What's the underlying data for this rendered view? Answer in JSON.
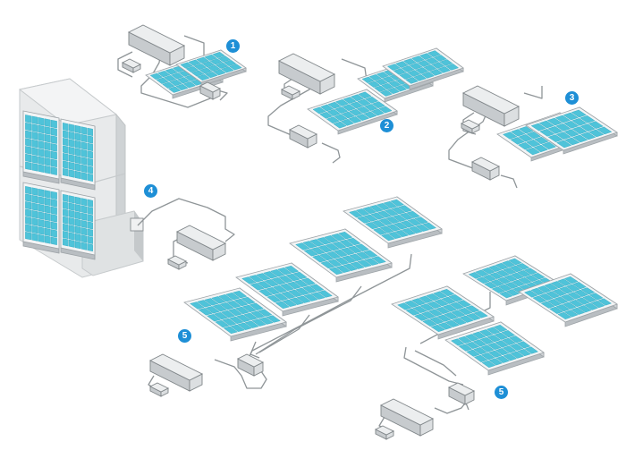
{
  "colors": {
    "panel_cell": "#4fc3d9",
    "panel_frame": "#f2f4f5",
    "panel_side": "#b9bec2",
    "device_top": "#eceeef",
    "device_side": "#c7cbce",
    "cable": "#8f9598",
    "building": "#e4e6e7",
    "building_side": "#cdd1d3",
    "badge": "#1e8fd6"
  },
  "badges": {
    "b1": "1",
    "b2": "2",
    "b3": "3",
    "b4": "4",
    "b5a": "5",
    "b5b": "5"
  },
  "icons": [
    "solar-panel",
    "inverter-box",
    "power-meter",
    "junction-box",
    "building",
    "cable"
  ]
}
